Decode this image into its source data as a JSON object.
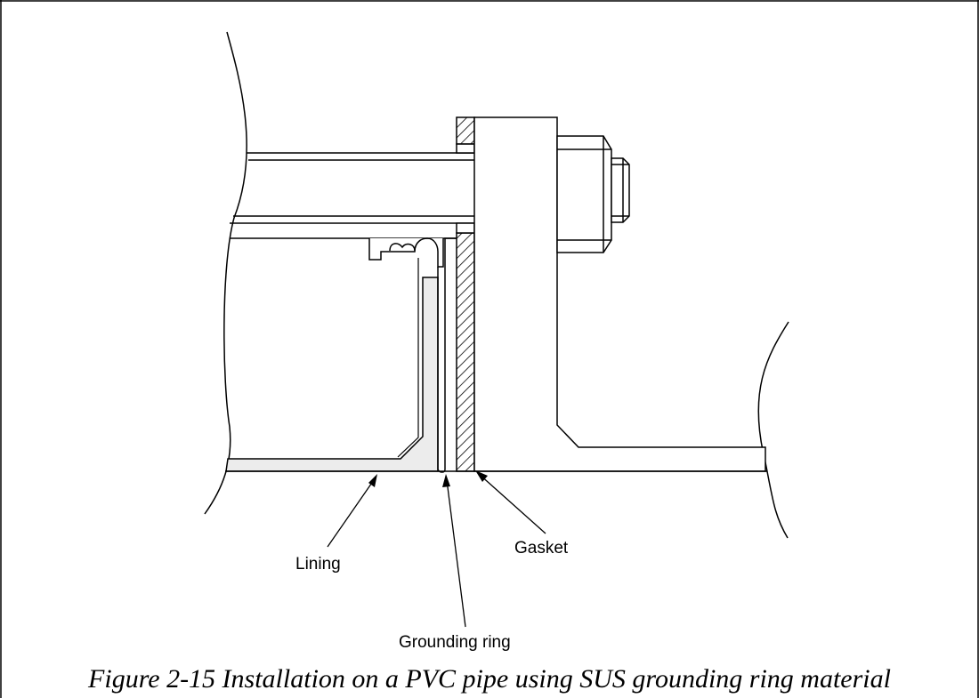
{
  "labels": {
    "lining": "Lining",
    "grounding_ring": "Grounding ring",
    "gasket": "Gasket"
  },
  "caption": "Figure 2-15  Installation on a PVC pipe using SUS grounding ring material",
  "colors": {
    "line": "#000000",
    "lining_fill": "#ececec",
    "background": "#ffffff"
  }
}
